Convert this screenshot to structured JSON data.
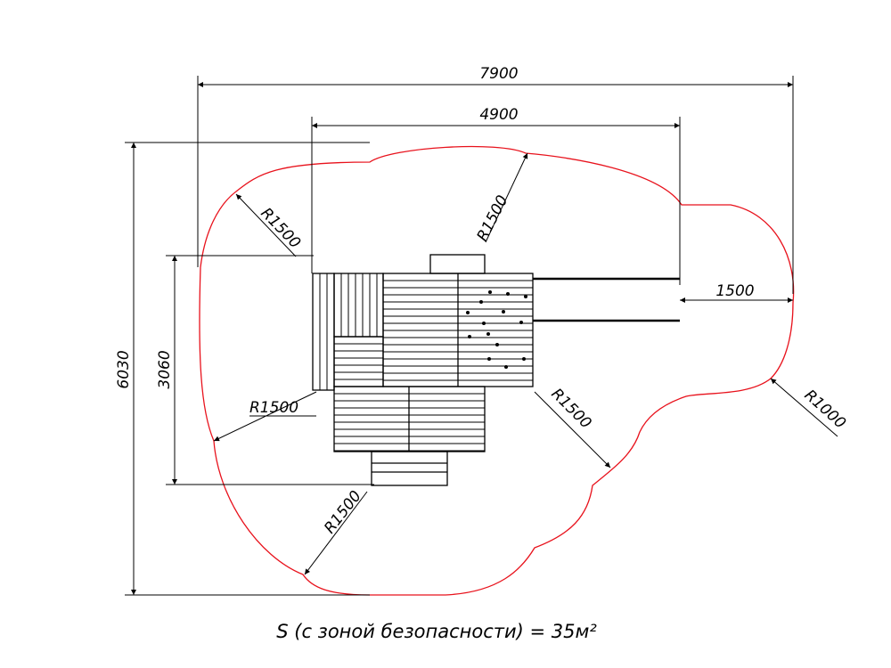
{
  "dimensions": {
    "overall_width": "7900",
    "structure_width": "4900",
    "overall_depth": "6030",
    "structure_depth": "3060",
    "slide_clearance": "1500"
  },
  "radii": {
    "top_left": "R1500",
    "top": "R1500",
    "left": "R1500",
    "right": "R1500",
    "bottom": "R1500",
    "far_right": "R1000"
  },
  "caption": "S (с зоной безопасности) = 35м²",
  "colors": {
    "safety_zone": "#e8121c",
    "lines": "#000000"
  }
}
